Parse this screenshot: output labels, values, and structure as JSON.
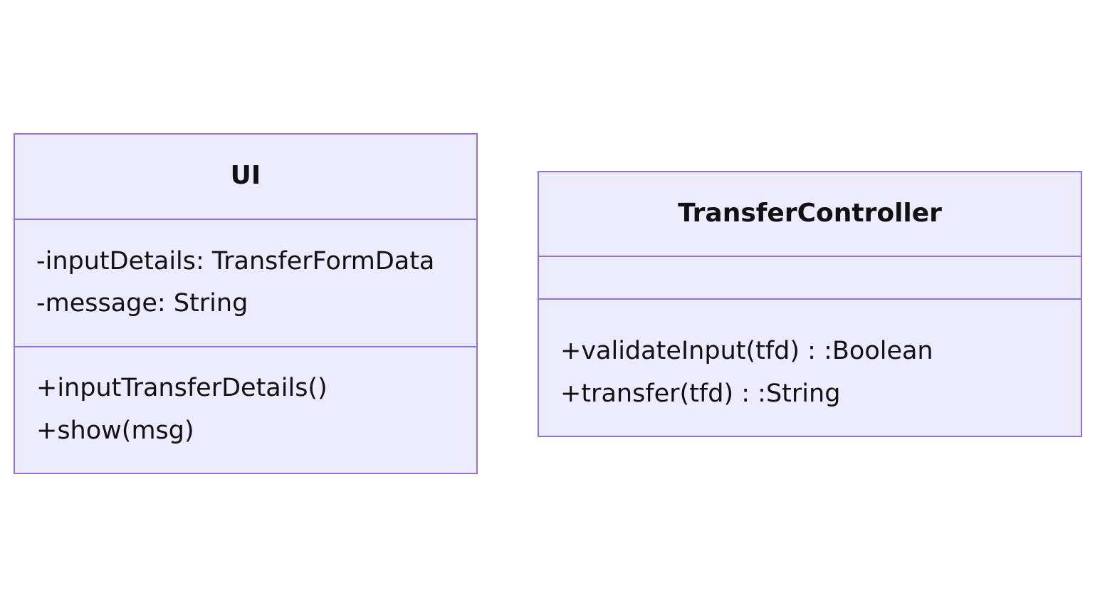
{
  "diagram": {
    "classes": [
      {
        "id": "ui",
        "name": "UI",
        "attributes": [
          "-inputDetails: TransferFormData",
          "-message: String"
        ],
        "methods": [
          "+inputTransferDetails()",
          "+show(msg)"
        ]
      },
      {
        "id": "transfer-controller",
        "name": "TransferController",
        "attributes": [],
        "methods": [
          "+validateInput(tfd) : :Boolean",
          "+transfer(tfd) : :String"
        ]
      }
    ],
    "colors": {
      "box_fill": "#ECECFF",
      "box_border": "#9370DB",
      "text": "#111111"
    }
  }
}
